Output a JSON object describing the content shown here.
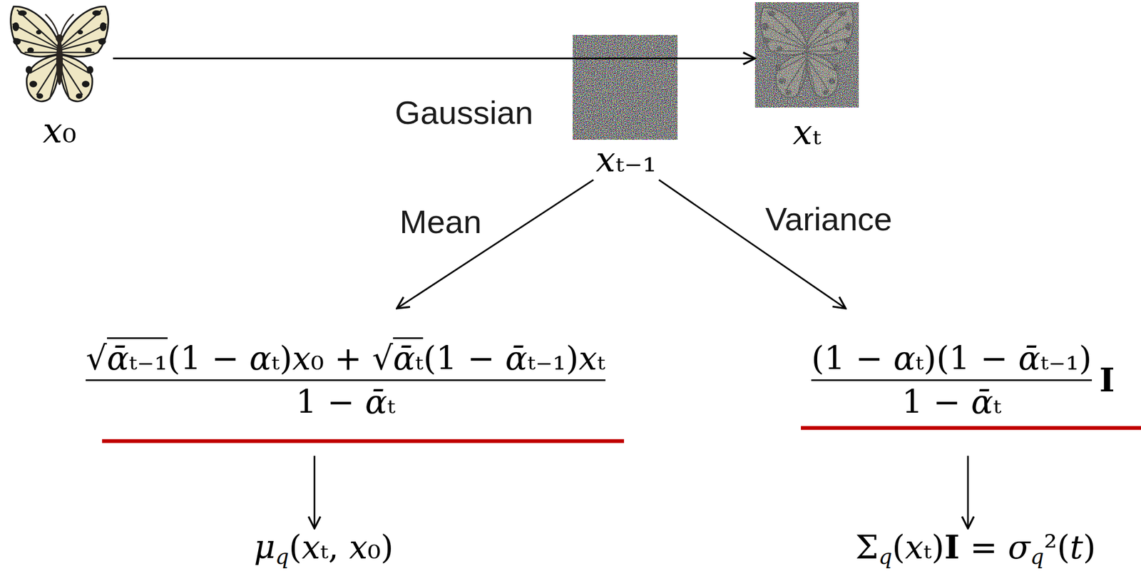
{
  "diagram": {
    "nodes": [
      {
        "text": [
          "x₀"
        ]
      },
      {
        "text": [
          "xₜ₋₁"
        ]
      },
      {
        "text": [
          "xₜ"
        ]
      },
      {
        "text": [
          "√ᾱₜ₋₁(1 − αₜ)x₀ + √ᾱₜ(1 − ᾱₜ₋₁)xₜ",
          "1 − ᾱₜ"
        ]
      },
      {
        "text": [
          "μq(xₜ, x₀)"
        ]
      },
      {
        "text": [
          "(1 − αₜ)(1 − ᾱₜ₋₁)",
          "1 − ᾱₜ",
          "I"
        ]
      },
      {
        "text": [
          "Σq(xₜ)I = σq²(t)"
        ]
      }
    ],
    "edges": [
      {
        "from": 0,
        "to": 2,
        "arrow": "to"
      },
      {
        "from": 1,
        "to": 3,
        "label": "Mean",
        "arrow": "to"
      },
      {
        "from": 1,
        "to": 5,
        "label": "Variance",
        "arrow": "to"
      },
      {
        "from": 3,
        "to": 4,
        "arrow": "to"
      },
      {
        "from": 5,
        "to": 6,
        "arrow": "to"
      }
    ],
    "labels": [
      "Gaussian"
    ]
  }
}
